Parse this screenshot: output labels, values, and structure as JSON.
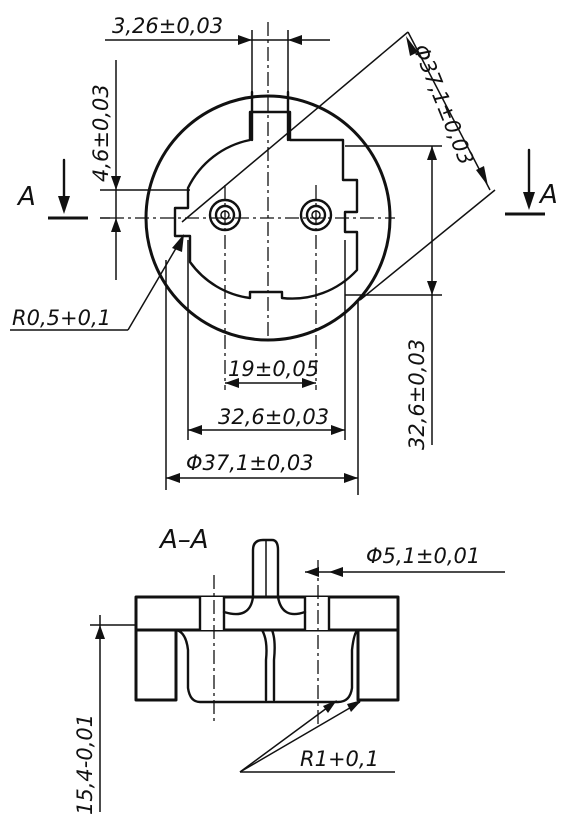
{
  "plan_view": {
    "dimensions": {
      "slot_width": "3,26±0,03",
      "slot_offset": "4,6±0,03",
      "outer_dia": "Φ37,1±0,03",
      "corner_radius": "R0,5+0,1",
      "hole_spacing": "19±0,05",
      "inner_width": "32,6±0,03",
      "bottom_outer_dia": "Φ37,1±0,03",
      "inner_height": "32,6±0,03"
    },
    "section_marks": {
      "left": "A",
      "right": "A"
    }
  },
  "section_view": {
    "title": "A–A",
    "dimensions": {
      "pin_dia": "Φ5,1±0,01",
      "height": "15,4-0,01",
      "fillet_radius": "R1+0,1"
    }
  }
}
